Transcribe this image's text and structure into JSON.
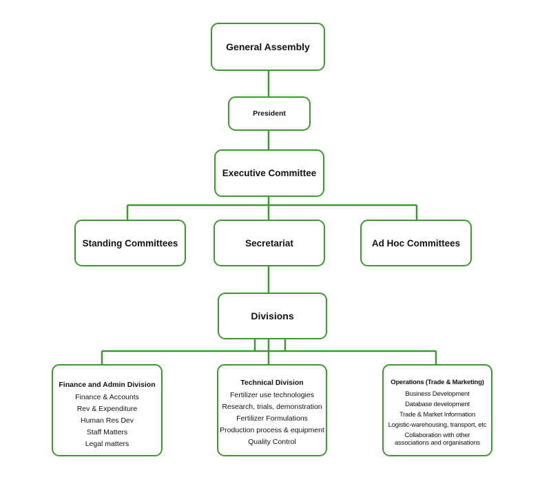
{
  "nodes": {
    "general_assembly": "General Assembly",
    "president": "President",
    "executive_committee": "Executive Committee",
    "standing_committees": "Standing Committees",
    "secretariat": "Secretariat",
    "ad_hoc_committees": "Ad Hoc Committees",
    "divisions": "Divisions"
  },
  "finance": {
    "title": "Finance and Admin Division",
    "items": [
      "Finance & Accounts",
      "Rev & Expenditure",
      "Human Res Dev",
      "Staff Matters",
      "Legal matters"
    ]
  },
  "technical": {
    "title": "Technical Division",
    "items": [
      "Fertilizer use technologies",
      "Research, trials, demonstration",
      "Fertilizer Formulations",
      "Production process & equipment",
      "Quality Control"
    ]
  },
  "operations": {
    "title": "Operations (Trade & Marketing)",
    "items": [
      "Business Development",
      "Database development",
      "Trade & Market Information",
      "Logistic-warehousing, transport, etc",
      "Collaboration with other associations and organisations"
    ]
  },
  "colors": {
    "border": "#3a9b2c",
    "line": "#3a9b2c"
  }
}
